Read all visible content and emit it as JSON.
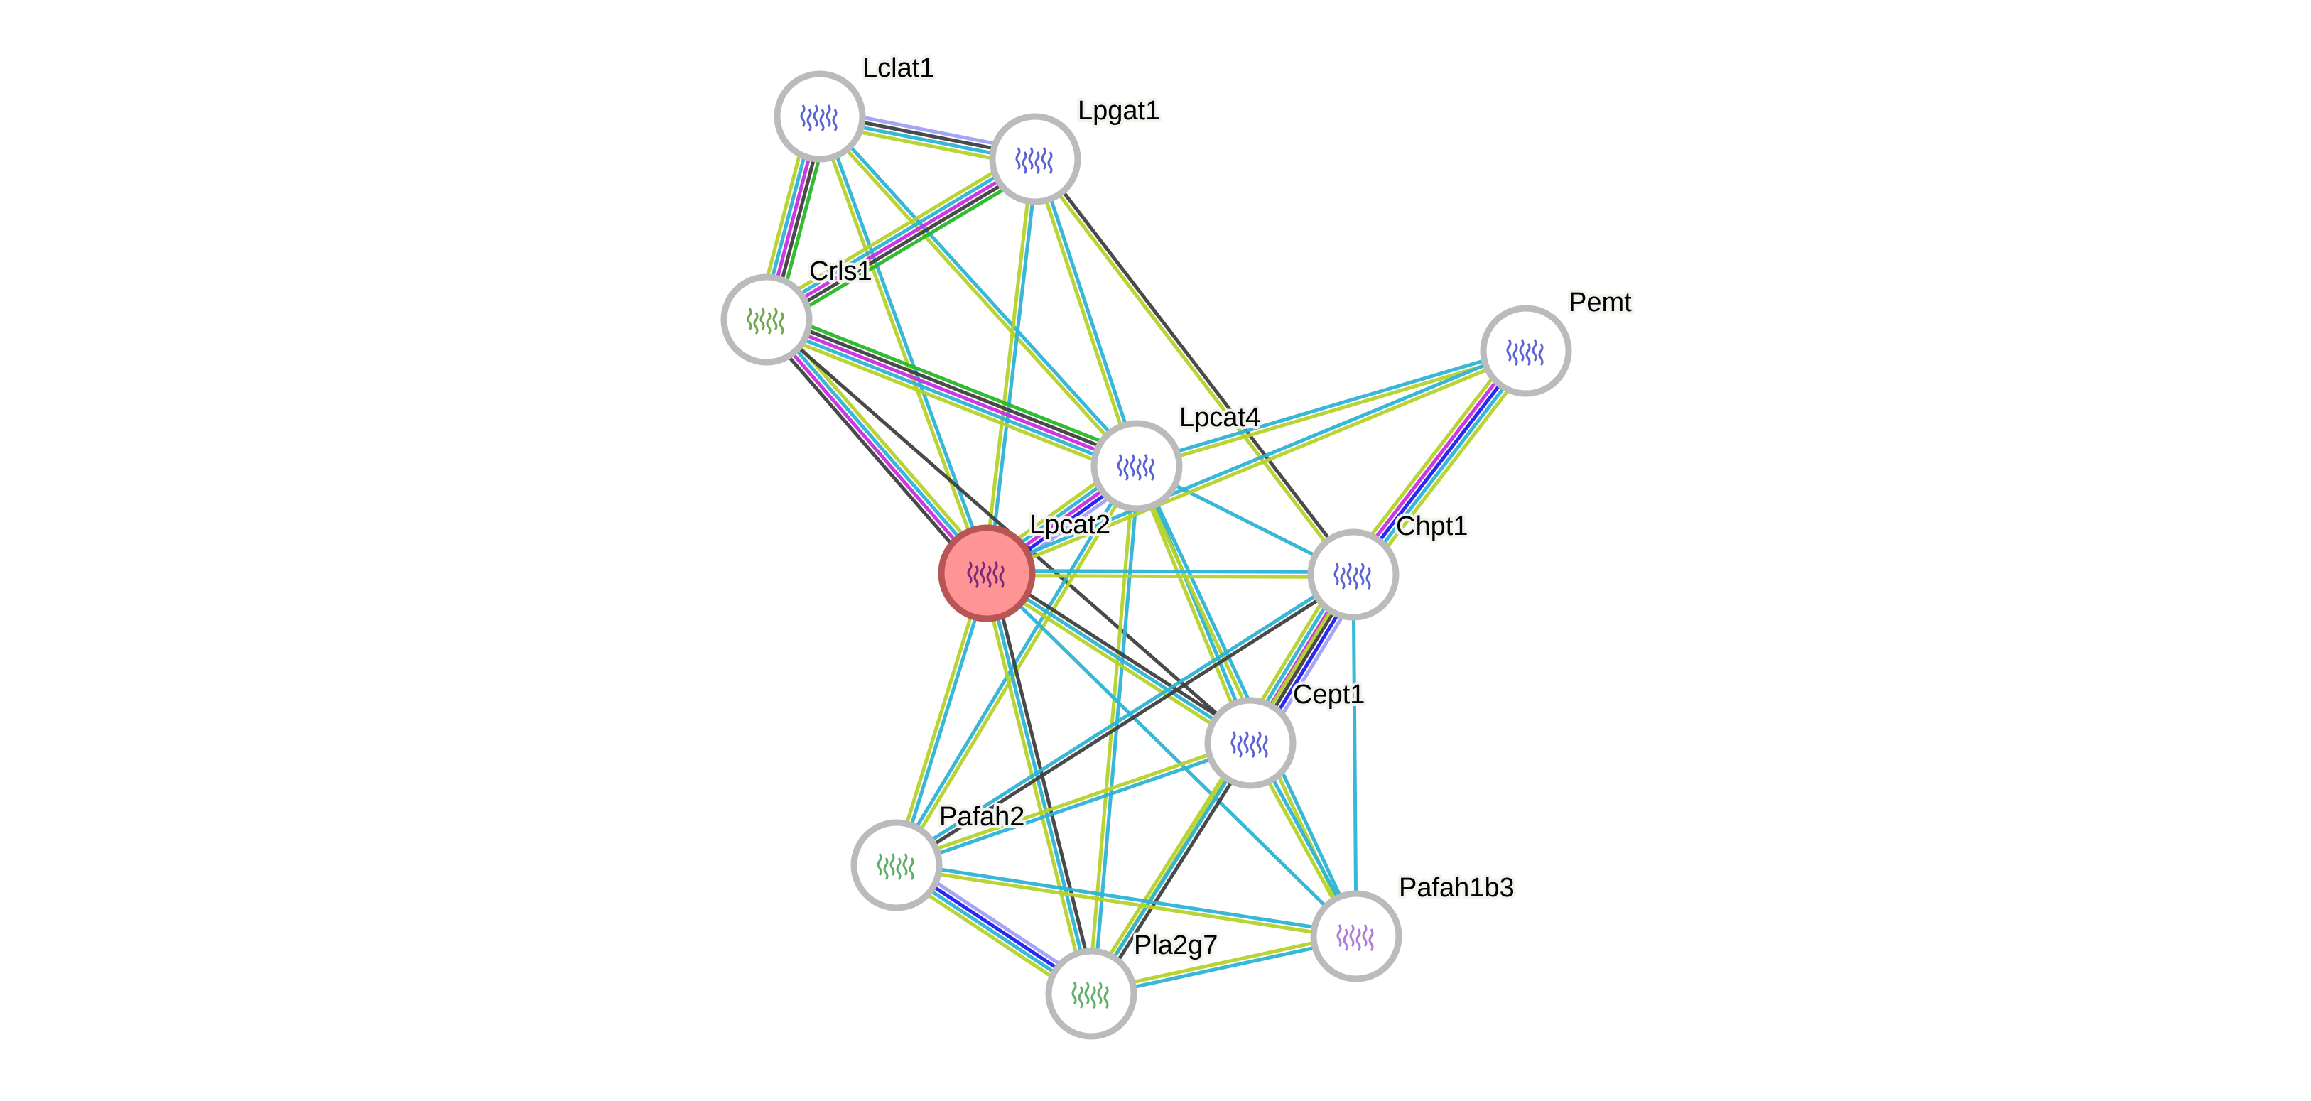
{
  "title": "Protein interaction network",
  "colors": {
    "lavender": "#a0a0f8",
    "black": "#404040",
    "cyan": "#2eb3d4",
    "yellowgreen": "#b4d22a",
    "green": "#28b828",
    "magenta": "#c82ee0",
    "blue": "#1e1ef0",
    "node_border": "#bbbbbb",
    "node_fill": "#ffffff",
    "query_fill": "#fe9494",
    "query_border": "#b85555"
  },
  "nodes": [
    {
      "id": "Lclat1",
      "label": "Lclat1",
      "query": false,
      "struct": "#5b63d4"
    },
    {
      "id": "Lpgat1",
      "label": "Lpgat1",
      "query": false,
      "struct": "#5b63d4"
    },
    {
      "id": "Crls1",
      "label": "Crls1",
      "query": false,
      "struct": "#6fa84a"
    },
    {
      "id": "Pemt",
      "label": "Pemt",
      "query": false,
      "struct": "#5b63d4"
    },
    {
      "id": "Lpcat4",
      "label": "Lpcat4",
      "query": false,
      "struct": "#5b63d4"
    },
    {
      "id": "Lpcat2",
      "label": "Lpcat2",
      "query": true,
      "struct": "#7a2a7a"
    },
    {
      "id": "Chpt1",
      "label": "Chpt1",
      "query": false,
      "struct": "#5b63d4"
    },
    {
      "id": "Cept1",
      "label": "Cept1",
      "query": false,
      "struct": "#5b63d4"
    },
    {
      "id": "Pafah2",
      "label": "Pafah2",
      "query": false,
      "struct": "#5fae6a"
    },
    {
      "id": "Pafah1b3",
      "label": "Pafah1b3",
      "query": false,
      "struct": "#b07ad8"
    },
    {
      "id": "Pla2g7",
      "label": "Pla2g7",
      "query": false,
      "struct": "#5fae6a"
    }
  ],
  "edges": [
    {
      "a": "Lclat1",
      "b": "Lpgat1",
      "types": [
        "lavender",
        "black",
        "cyan",
        "yellowgreen"
      ]
    },
    {
      "a": "Lclat1",
      "b": "Crls1",
      "types": [
        "green",
        "black",
        "magenta",
        "cyan",
        "yellowgreen"
      ]
    },
    {
      "a": "Lclat1",
      "b": "Lpcat4",
      "types": [
        "cyan",
        "yellowgreen"
      ]
    },
    {
      "a": "Lclat1",
      "b": "Lpcat2",
      "types": [
        "cyan",
        "yellowgreen"
      ]
    },
    {
      "a": "Lpgat1",
      "b": "Crls1",
      "types": [
        "green",
        "black",
        "magenta",
        "cyan",
        "yellowgreen"
      ]
    },
    {
      "a": "Lpgat1",
      "b": "Lpcat2",
      "types": [
        "cyan",
        "yellowgreen"
      ]
    },
    {
      "a": "Lpgat1",
      "b": "Lpcat4",
      "types": [
        "cyan",
        "yellowgreen"
      ]
    },
    {
      "a": "Lpgat1",
      "b": "Chpt1",
      "types": [
        "black",
        "yellowgreen"
      ]
    },
    {
      "a": "Crls1",
      "b": "Lpcat4",
      "types": [
        "green",
        "black",
        "magenta",
        "cyan",
        "yellowgreen"
      ]
    },
    {
      "a": "Crls1",
      "b": "Lpcat2",
      "types": [
        "yellowgreen",
        "cyan",
        "magenta",
        "black"
      ]
    },
    {
      "a": "Crls1",
      "b": "Cept1",
      "types": [
        "black"
      ]
    },
    {
      "a": "Lpcat4",
      "b": "Pemt",
      "types": [
        "cyan",
        "yellowgreen"
      ]
    },
    {
      "a": "Lpcat4",
      "b": "Lpcat2",
      "types": [
        "lavender",
        "blue",
        "magenta",
        "cyan",
        "yellowgreen"
      ]
    },
    {
      "a": "Lpcat4",
      "b": "Chpt1",
      "types": [
        "cyan"
      ]
    },
    {
      "a": "Lpcat4",
      "b": "Cept1",
      "types": [
        "cyan",
        "yellowgreen"
      ]
    },
    {
      "a": "Lpcat4",
      "b": "Pafah2",
      "types": [
        "yellowgreen",
        "cyan"
      ]
    },
    {
      "a": "Lpcat4",
      "b": "Pla2g7",
      "types": [
        "cyan",
        "yellowgreen"
      ]
    },
    {
      "a": "Lpcat4",
      "b": "Pafah1b3",
      "types": [
        "cyan",
        "yellowgreen"
      ]
    },
    {
      "a": "Lpcat2",
      "b": "Pemt",
      "types": [
        "cyan",
        "yellowgreen"
      ]
    },
    {
      "a": "Lpcat2",
      "b": "Chpt1",
      "types": [
        "cyan",
        "yellowgreen"
      ]
    },
    {
      "a": "Lpcat2",
      "b": "Cept1",
      "types": [
        "black",
        "cyan",
        "yellowgreen"
      ]
    },
    {
      "a": "Lpcat2",
      "b": "Pafah2",
      "types": [
        "cyan",
        "yellowgreen"
      ]
    },
    {
      "a": "Lpcat2",
      "b": "Pla2g7",
      "types": [
        "black",
        "cyan",
        "yellowgreen"
      ]
    },
    {
      "a": "Lpcat2",
      "b": "Pafah1b3",
      "types": [
        "cyan"
      ]
    },
    {
      "a": "Chpt1",
      "b": "Pemt",
      "types": [
        "yellowgreen",
        "magenta",
        "blue",
        "cyan",
        "yellowgreen"
      ]
    },
    {
      "a": "Chpt1",
      "b": "Cept1",
      "types": [
        "lavender",
        "blue",
        "black",
        "magenta",
        "cyan",
        "yellowgreen"
      ]
    },
    {
      "a": "Chpt1",
      "b": "Pafah2",
      "types": [
        "black",
        "cyan"
      ]
    },
    {
      "a": "Chpt1",
      "b": "Pafah1b3",
      "types": [
        "cyan"
      ]
    },
    {
      "a": "Chpt1",
      "b": "Pla2g7",
      "types": [
        "yellowgreen"
      ]
    },
    {
      "a": "Cept1",
      "b": "Pafah2",
      "types": [
        "cyan",
        "yellowgreen"
      ]
    },
    {
      "a": "Cept1",
      "b": "Pla2g7",
      "types": [
        "black",
        "cyan",
        "yellowgreen"
      ]
    },
    {
      "a": "Cept1",
      "b": "Pafah1b3",
      "types": [
        "cyan",
        "yellowgreen"
      ]
    },
    {
      "a": "Pafah2",
      "b": "Pla2g7",
      "types": [
        "lavender",
        "blue",
        "cyan",
        "yellowgreen"
      ]
    },
    {
      "a": "Pafah2",
      "b": "Pafah1b3",
      "types": [
        "cyan",
        "yellowgreen"
      ]
    },
    {
      "a": "Pla2g7",
      "b": "Pafah1b3",
      "types": [
        "yellowgreen",
        "cyan"
      ]
    }
  ]
}
